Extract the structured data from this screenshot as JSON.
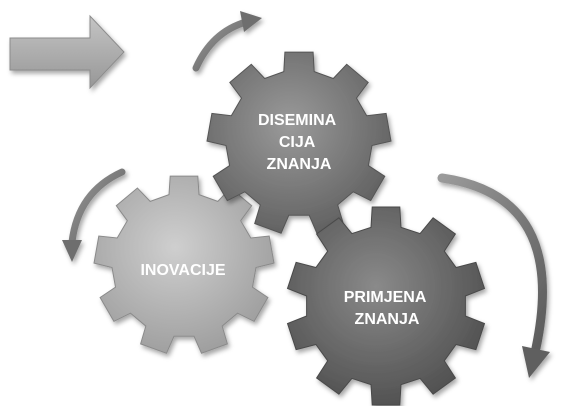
{
  "gears": {
    "dissemination": {
      "label_lines": [
        "DISEMINA",
        "CIJA",
        "ZNANJA"
      ],
      "fill": "#7a7a7a"
    },
    "innovation": {
      "label_lines": [
        "INOVACIJE"
      ],
      "fill": "#b4b4b4"
    },
    "application": {
      "label_lines": [
        "PRIMJENA",
        "ZNANJA"
      ],
      "fill": "#6c6c6c"
    }
  },
  "arrows": {
    "block_arrow_color": "#a9a9a9",
    "curved_arrow_color": "#7d7d7d"
  }
}
